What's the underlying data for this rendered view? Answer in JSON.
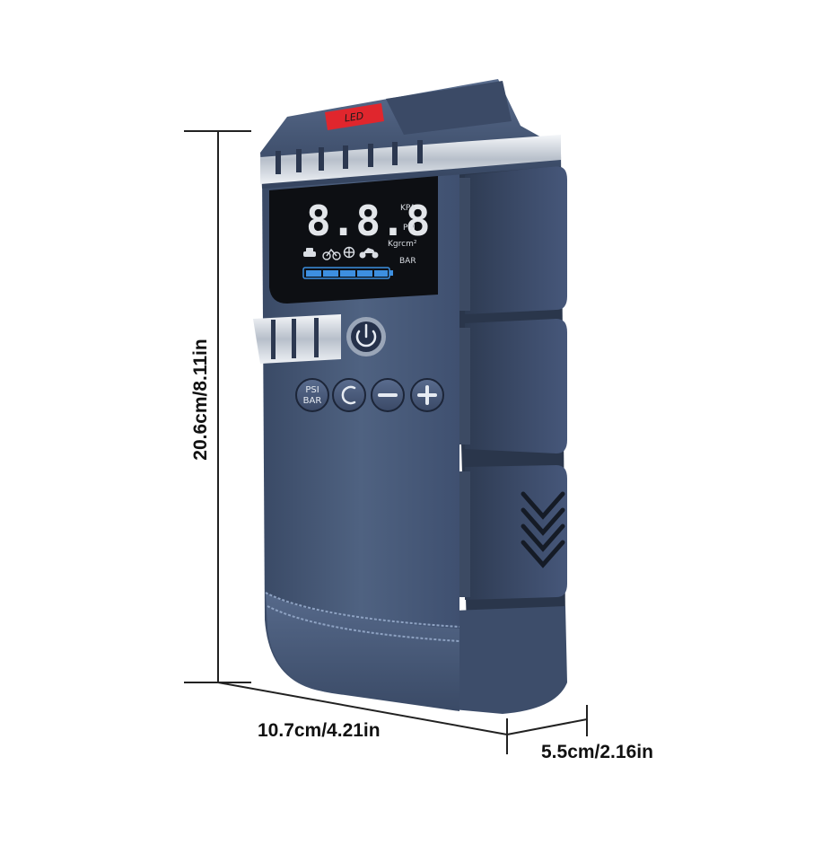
{
  "product": {
    "led_label": "LED",
    "display": {
      "digits": "8.8.8",
      "units": [
        "KPA",
        "PSI",
        "Kgrcm²",
        "BAR"
      ],
      "mode_icons": [
        "car-icon",
        "bicycle-icon",
        "ball-icon",
        "motorcycle-icon"
      ],
      "battery_segments": 5
    },
    "buttons": {
      "unit_toggle_line1": "PSI",
      "unit_toggle_line2": "BAR",
      "cycle_icon": "cycle-icon",
      "minus_icon": "minus-icon",
      "plus_icon": "plus-icon",
      "power_icon": "power-icon"
    }
  },
  "dimensions": {
    "height": "20.6cm/8.11in",
    "width": "10.7cm/4.21in",
    "depth": "5.5cm/2.16in"
  },
  "colors": {
    "body": "#4a5c7a",
    "body_dark": "#2f3d55",
    "screen": "#0d0f13",
    "battery_bar": "#3d8fe0",
    "led_button": "#e0262d"
  }
}
